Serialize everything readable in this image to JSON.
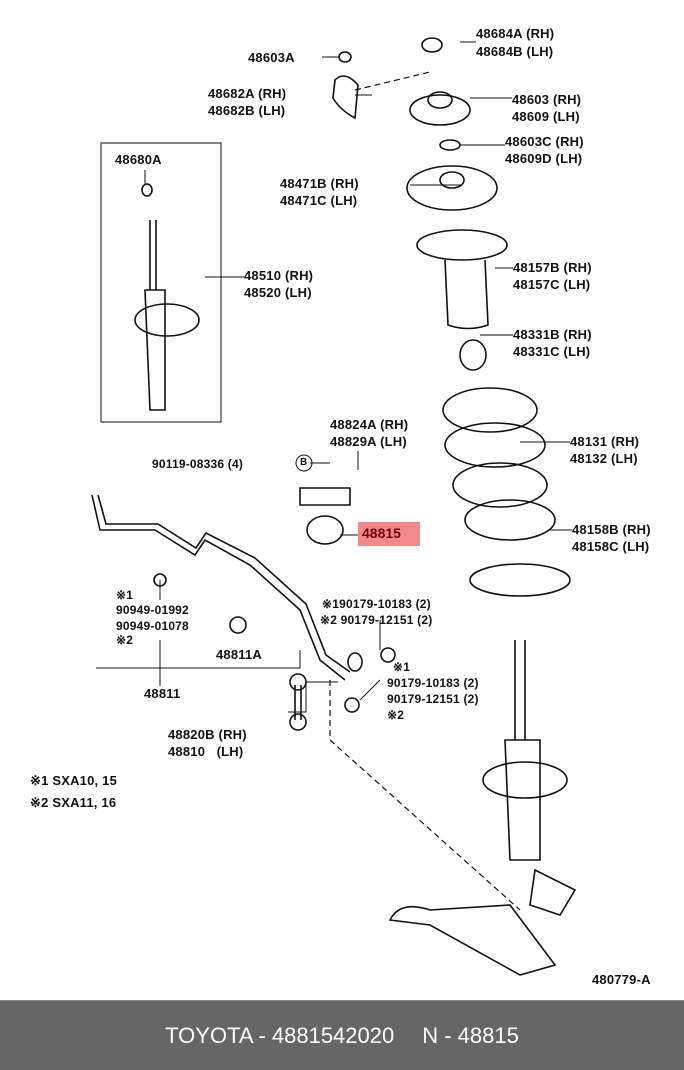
{
  "labels": {
    "l48603A": "48603A",
    "l48684": [
      "48684A (RH)",
      "48684B (LH)"
    ],
    "l48682": [
      "48682A (RH)",
      "48682B (LH)"
    ],
    "l48603": [
      "48603 (RH)",
      "48609 (LH)"
    ],
    "l48603C": [
      "48603C (RH)",
      "48609D (LH)"
    ],
    "l48680A": "48680A",
    "l48471": [
      "48471B (RH)",
      "48471C (LH)"
    ],
    "l48510": [
      "48510 (RH)",
      "48520 (LH)"
    ],
    "l48157": [
      "48157B (RH)",
      "48157C (LH)"
    ],
    "l48331": [
      "48331B (RH)",
      "48331C (LH)"
    ],
    "l48824": [
      "48824A (RH)",
      "48829A (LH)"
    ],
    "l48131": [
      "48131 (RH)",
      "48132 (LH)"
    ],
    "l90119": "90119-08336 (4)",
    "circleB": "B",
    "l48815": "48815",
    "l48158": [
      "48158B (RH)",
      "48158C (LH)"
    ],
    "l90949": [
      "※1",
      "90949-01992",
      "90949-01078",
      "※2"
    ],
    "l90179top": [
      "※190179-10183 (2)",
      "※2 90179-12151 (2)"
    ],
    "l48811A": "48811A",
    "l90179mark1": "※1",
    "l90179bot": [
      "90179-10183 (2)",
      "90179-12151 (2)",
      "※2"
    ],
    "l48811": "48811",
    "l48820": [
      "48820B (RH)",
      "48810   (LH)"
    ],
    "notes": [
      "※1 SXA10, 15",
      "※2 SXA11, 16"
    ],
    "diagram_id": "480779-A"
  },
  "footer": {
    "brand_part": "TOYOTA - 4881542020",
    "ref": "N - 48815"
  },
  "colors": {
    "highlight": "#f08a8a",
    "footer_bg": "#666666"
  }
}
